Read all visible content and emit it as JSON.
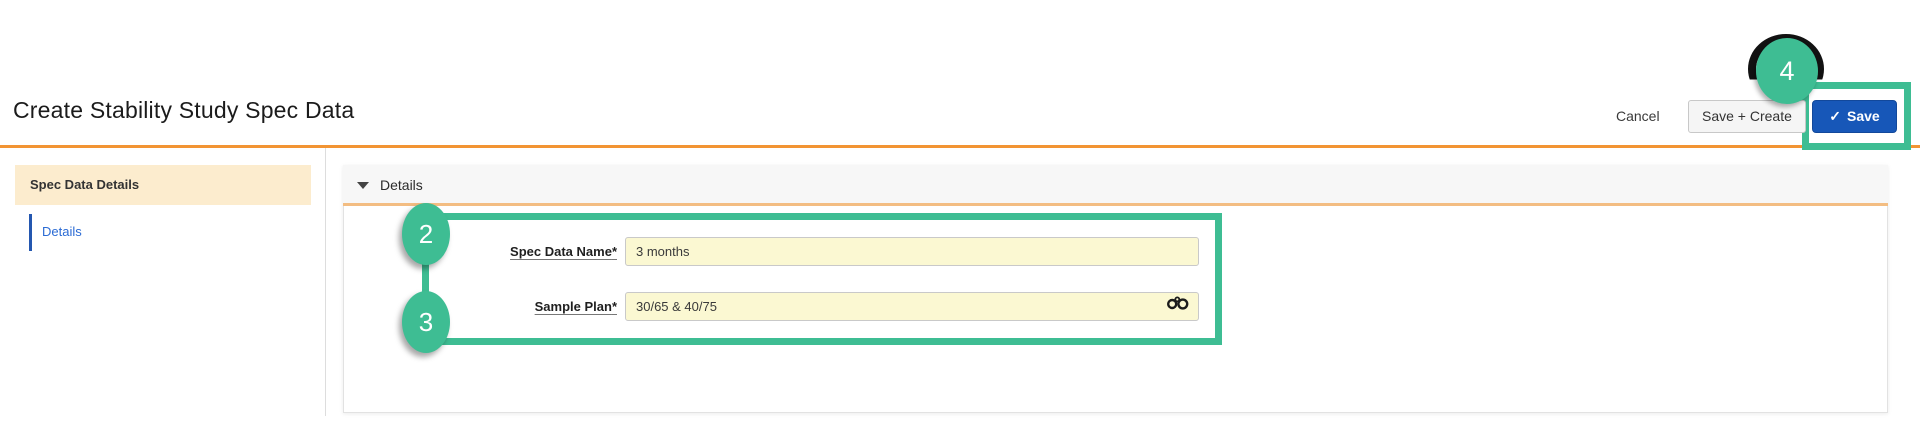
{
  "header": {
    "title": "Create Stability Study Spec Data",
    "actions": {
      "cancel": "Cancel",
      "save_create": "Save + Create",
      "save": "Save",
      "save_check": "✓"
    }
  },
  "sidebar": {
    "section_label": "Spec Data Details",
    "items": [
      {
        "label": "Details",
        "active": true
      }
    ]
  },
  "main": {
    "section_header": "Details",
    "fields": [
      {
        "label": "Spec Data Name",
        "required": "*",
        "value": "3 months"
      },
      {
        "label": "Sample Plan",
        "required": "*",
        "value": "30/65 & 40/75",
        "lookup_icon": "binoculars"
      }
    ]
  },
  "annotations": {
    "step2": "2",
    "step3": "3",
    "step4": "4",
    "highlight_color": "#3ebd93"
  },
  "colors": {
    "header_divider_orange": "#f29433",
    "panel_header_border_orange": "#f3bd82",
    "sidebar_active_bg": "#fcecce",
    "input_bg_yellow": "#fbf8d2",
    "save_button_blue": "#1757b8",
    "sidebar_link_blue": "#2b6bd4",
    "annotation_green": "#3ebd93"
  }
}
